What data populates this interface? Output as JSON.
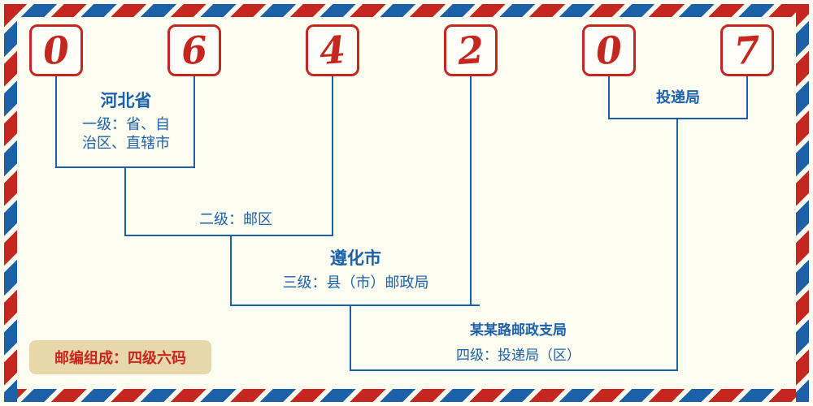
{
  "postal_code": {
    "digits": [
      "0",
      "6",
      "4",
      "2",
      "0",
      "7"
    ]
  },
  "levels": {
    "level1": {
      "region": "河北省",
      "desc_line1": "一级：省、自",
      "desc_line2": "治区、直辖市"
    },
    "level2": {
      "desc": "二级：邮区"
    },
    "level3": {
      "region": "遵化市",
      "desc": "三级：县（市）邮政局"
    },
    "level4": {
      "office": "投递局",
      "branch": "某某路邮政支局",
      "desc": "四级：投递局（区）"
    }
  },
  "footer": {
    "composition": "邮编组成：四级六码"
  },
  "colors": {
    "red": "#c5261f",
    "blue": "#1c60a8",
    "beige": "#e8d7a8",
    "background": "#fdfdf2"
  }
}
